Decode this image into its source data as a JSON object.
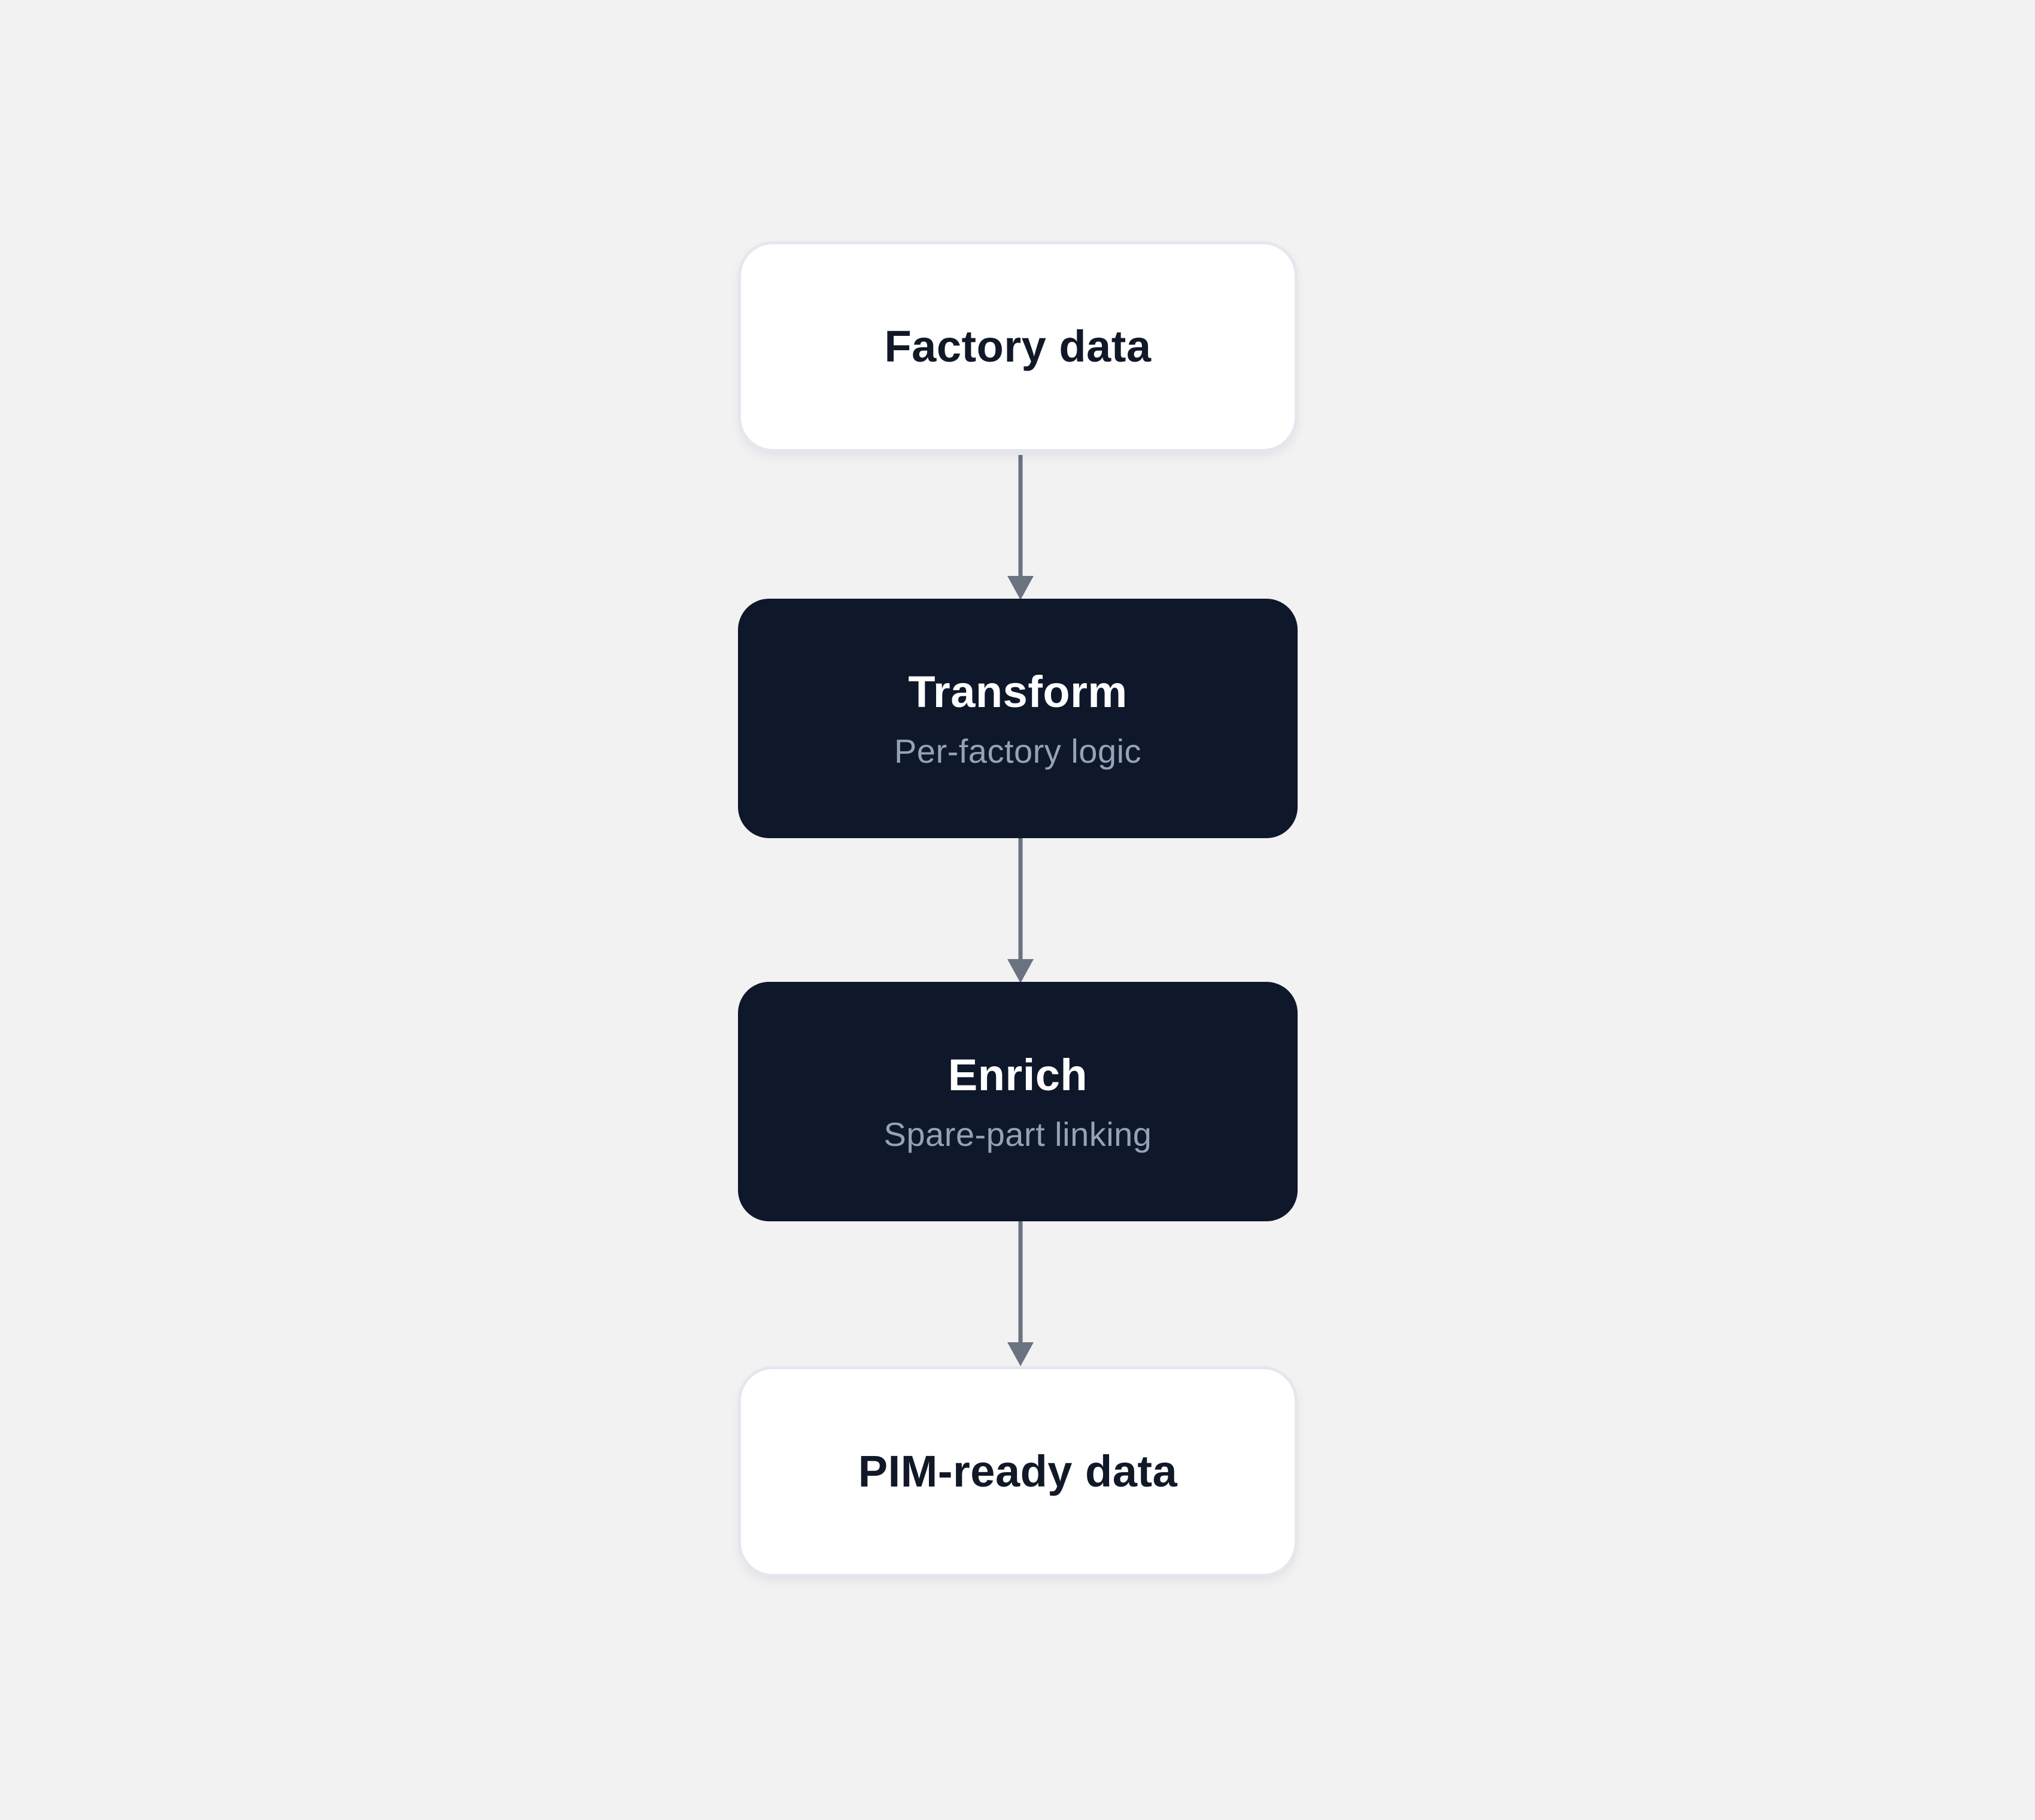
{
  "diagram": {
    "type": "flowchart",
    "direction": "top-to-bottom",
    "colors": {
      "background": "#f2f2f3",
      "light_node_fill": "#ffffff",
      "light_node_border": "#e3e7ee",
      "dark_node_fill": "#0f172a",
      "title_dark_text": "#111827",
      "title_light_text": "#ffffff",
      "subtitle_text": "#94a3b8",
      "connector": "#6b7280"
    },
    "nodes": [
      {
        "id": "factory",
        "title": "Factory data",
        "subtitle": "",
        "style": "light"
      },
      {
        "id": "transform",
        "title": "Transform",
        "subtitle": "Per-factory logic",
        "style": "dark"
      },
      {
        "id": "enrich",
        "title": "Enrich",
        "subtitle": "Spare-part linking",
        "style": "dark"
      },
      {
        "id": "pim",
        "title": "PIM-ready data",
        "subtitle": "",
        "style": "light"
      }
    ],
    "edges": [
      {
        "from": "factory",
        "to": "transform"
      },
      {
        "from": "transform",
        "to": "enrich"
      },
      {
        "from": "enrich",
        "to": "pim"
      }
    ]
  }
}
